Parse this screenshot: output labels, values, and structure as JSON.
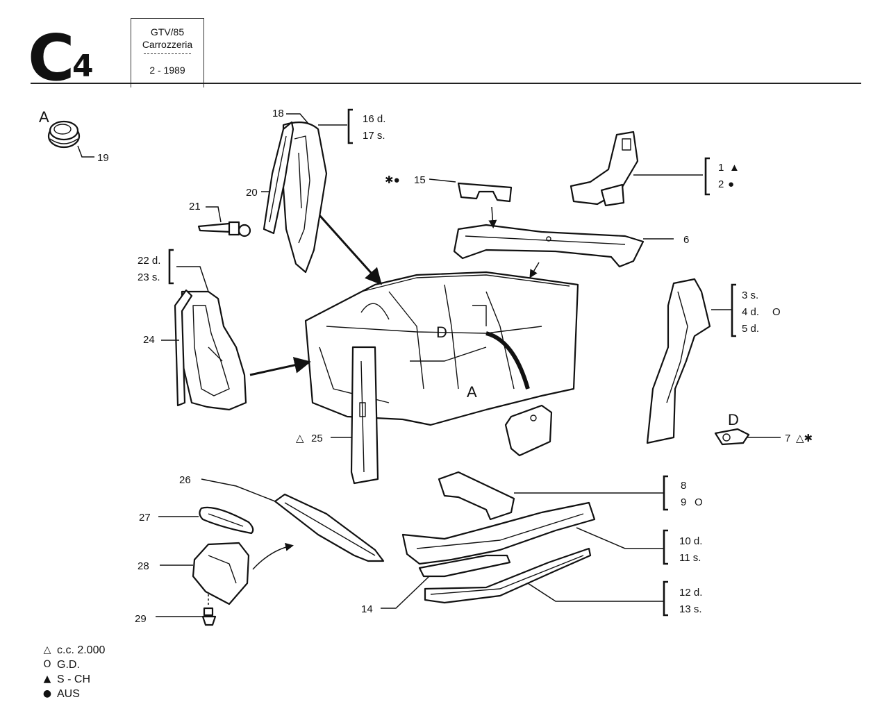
{
  "header": {
    "section_letter": "C",
    "section_number": "4",
    "model": "GTV/85",
    "group": "Carrozzeria",
    "date": "2 - 1989"
  },
  "detail_labels": {
    "A_top": "A",
    "A_body": "A",
    "D_body": "D",
    "D_part7": "D"
  },
  "callouts": [
    {
      "id": "c1",
      "text": "1",
      "symbol": "▲"
    },
    {
      "id": "c2",
      "text": "2",
      "symbol": "●"
    },
    {
      "id": "c3",
      "text": "3 s.",
      "symbol": ""
    },
    {
      "id": "c4",
      "text": "4 d.",
      "symbol": "O"
    },
    {
      "id": "c5",
      "text": "5 d.",
      "symbol": ""
    },
    {
      "id": "c6",
      "text": "6",
      "symbol": ""
    },
    {
      "id": "c7",
      "text": "7",
      "symbol": "△✱"
    },
    {
      "id": "c8",
      "text": "8",
      "symbol": ""
    },
    {
      "id": "c9",
      "text": "9",
      "symbol": "O"
    },
    {
      "id": "c10",
      "text": "10 d.",
      "symbol": ""
    },
    {
      "id": "c11",
      "text": "11 s.",
      "symbol": ""
    },
    {
      "id": "c12",
      "text": "12 d.",
      "symbol": ""
    },
    {
      "id": "c13",
      "text": "13 s.",
      "symbol": ""
    },
    {
      "id": "c14",
      "text": "14",
      "symbol": ""
    },
    {
      "id": "c15",
      "text": "15",
      "symbol": "✱●"
    },
    {
      "id": "c16",
      "text": "16 d.",
      "symbol": ""
    },
    {
      "id": "c17",
      "text": "17 s.",
      "symbol": ""
    },
    {
      "id": "c18",
      "text": "18",
      "symbol": ""
    },
    {
      "id": "c19",
      "text": "19",
      "symbol": ""
    },
    {
      "id": "c20",
      "text": "20",
      "symbol": ""
    },
    {
      "id": "c21",
      "text": "21",
      "symbol": ""
    },
    {
      "id": "c22",
      "text": "22 d.",
      "symbol": ""
    },
    {
      "id": "c23",
      "text": "23 s.",
      "symbol": ""
    },
    {
      "id": "c24",
      "text": "24",
      "symbol": ""
    },
    {
      "id": "c25",
      "text": "25",
      "symbol": "△"
    },
    {
      "id": "c26",
      "text": "26",
      "symbol": ""
    },
    {
      "id": "c27",
      "text": "27",
      "symbol": ""
    },
    {
      "id": "c28",
      "text": "28",
      "symbol": ""
    },
    {
      "id": "c29",
      "text": "29",
      "symbol": ""
    }
  ],
  "legend": [
    {
      "symbol": "△",
      "symbol_name": "open-triangle-icon",
      "text": "c.c. 2.000"
    },
    {
      "symbol": "O",
      "symbol_name": "open-circle-icon",
      "text": "G.D."
    },
    {
      "symbol": "▲",
      "symbol_name": "filled-triangle-icon",
      "text": "S - CH"
    },
    {
      "symbol": "●",
      "symbol_name": "filled-circle-icon",
      "text": "AUS"
    }
  ]
}
